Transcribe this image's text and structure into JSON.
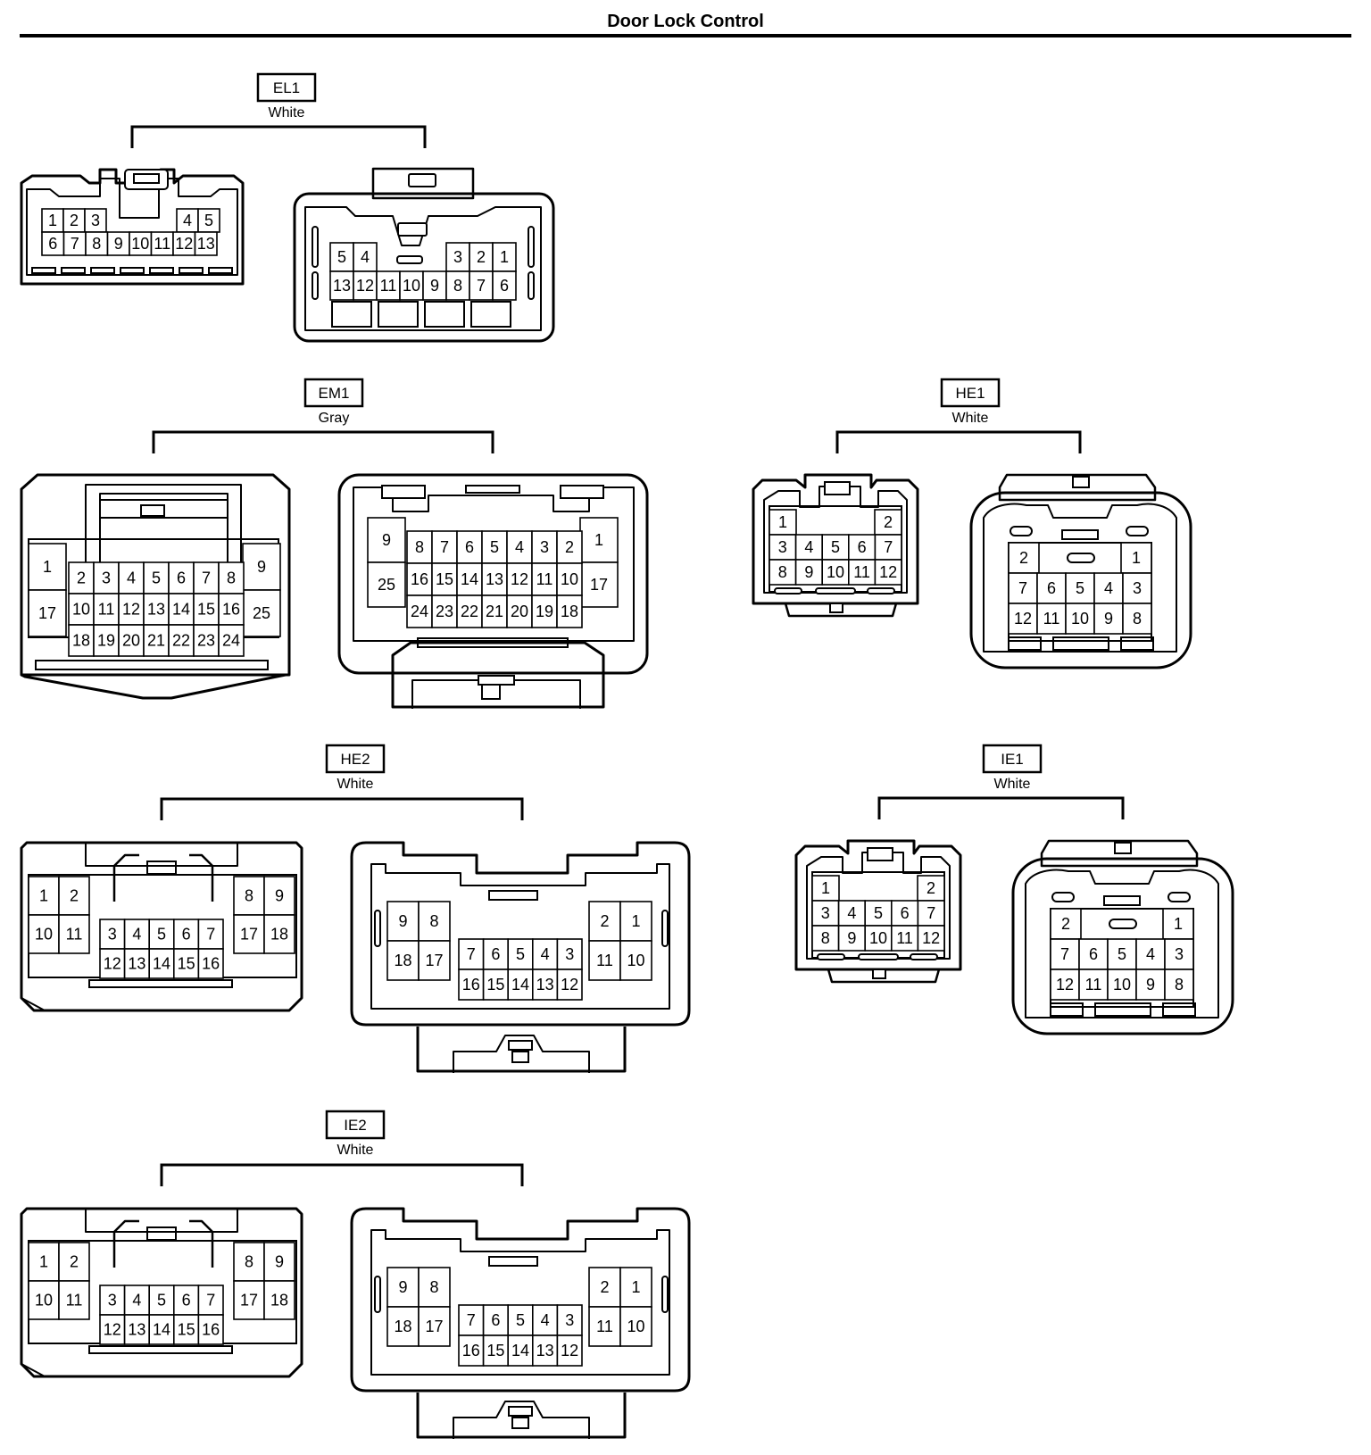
{
  "page": {
    "title": "Door Lock Control"
  },
  "connectors": [
    {
      "id": "EL1",
      "color": "White",
      "left": {
        "top": [
          "1",
          "2",
          "3",
          "",
          "",
          "",
          "4",
          "5"
        ],
        "bottom": [
          "6",
          "7",
          "8",
          "9",
          "10",
          "11",
          "12",
          "13"
        ]
      },
      "right": {
        "top": [
          "5",
          "4",
          "",
          "",
          "3",
          "2",
          "1"
        ],
        "bottom": [
          "13",
          "12",
          "11",
          "10",
          "9",
          "8",
          "7",
          "6"
        ]
      }
    },
    {
      "id": "EM1",
      "color": "Gray",
      "left": {
        "left_col": [
          "1",
          "17"
        ],
        "right_col": [
          "9",
          "25"
        ],
        "rows": [
          [
            "2",
            "3",
            "4",
            "5",
            "6",
            "7",
            "8"
          ],
          [
            "10",
            "11",
            "12",
            "13",
            "14",
            "15",
            "16"
          ],
          [
            "18",
            "19",
            "20",
            "21",
            "22",
            "23",
            "24"
          ]
        ]
      },
      "right": {
        "left_col": [
          "9",
          "25"
        ],
        "right_col": [
          "1",
          "17"
        ],
        "rows": [
          [
            "8",
            "7",
            "6",
            "5",
            "4",
            "3",
            "2"
          ],
          [
            "16",
            "15",
            "14",
            "13",
            "12",
            "11",
            "10"
          ],
          [
            "24",
            "23",
            "22",
            "21",
            "20",
            "19",
            "18"
          ]
        ]
      }
    },
    {
      "id": "HE1",
      "color": "White",
      "left": {
        "row1": [
          "1",
          "",
          "",
          "",
          "2"
        ],
        "row2": [
          "3",
          "4",
          "5",
          "6",
          "7"
        ],
        "row3": [
          "8",
          "9",
          "10",
          "11",
          "12"
        ]
      },
      "right": {
        "row1": [
          "2",
          "",
          "",
          "",
          "1"
        ],
        "row2": [
          "7",
          "6",
          "5",
          "4",
          "3"
        ],
        "row3": [
          "12",
          "11",
          "10",
          "9",
          "8"
        ]
      }
    },
    {
      "id": "HE2",
      "color": "White",
      "left": {
        "left_block": [
          [
            "1",
            "2"
          ],
          [
            "10",
            "11"
          ]
        ],
        "right_block": [
          [
            "8",
            "9"
          ],
          [
            "17",
            "18"
          ]
        ],
        "center": [
          [
            "3",
            "4",
            "5",
            "6",
            "7"
          ],
          [
            "12",
            "13",
            "14",
            "15",
            "16"
          ]
        ]
      },
      "right": {
        "left_block": [
          [
            "9",
            "8"
          ],
          [
            "18",
            "17"
          ]
        ],
        "right_block": [
          [
            "2",
            "1"
          ],
          [
            "11",
            "10"
          ]
        ],
        "center": [
          [
            "7",
            "6",
            "5",
            "4",
            "3"
          ],
          [
            "16",
            "15",
            "14",
            "13",
            "12"
          ]
        ]
      }
    },
    {
      "id": "IE1",
      "color": "White",
      "left": {
        "row1": [
          "1",
          "",
          "",
          "",
          "2"
        ],
        "row2": [
          "3",
          "4",
          "5",
          "6",
          "7"
        ],
        "row3": [
          "8",
          "9",
          "10",
          "11",
          "12"
        ]
      },
      "right": {
        "row1": [
          "2",
          "",
          "",
          "",
          "1"
        ],
        "row2": [
          "7",
          "6",
          "5",
          "4",
          "3"
        ],
        "row3": [
          "12",
          "11",
          "10",
          "9",
          "8"
        ]
      }
    },
    {
      "id": "IE2",
      "color": "White",
      "left": {
        "left_block": [
          [
            "1",
            "2"
          ],
          [
            "10",
            "11"
          ]
        ],
        "right_block": [
          [
            "8",
            "9"
          ],
          [
            "17",
            "18"
          ]
        ],
        "center": [
          [
            "3",
            "4",
            "5",
            "6",
            "7"
          ],
          [
            "12",
            "13",
            "14",
            "15",
            "16"
          ]
        ]
      },
      "right": {
        "left_block": [
          [
            "9",
            "8"
          ],
          [
            "18",
            "17"
          ]
        ],
        "right_block": [
          [
            "2",
            "1"
          ],
          [
            "11",
            "10"
          ]
        ],
        "center": [
          [
            "7",
            "6",
            "5",
            "4",
            "3"
          ],
          [
            "16",
            "15",
            "14",
            "13",
            "12"
          ]
        ]
      }
    }
  ]
}
